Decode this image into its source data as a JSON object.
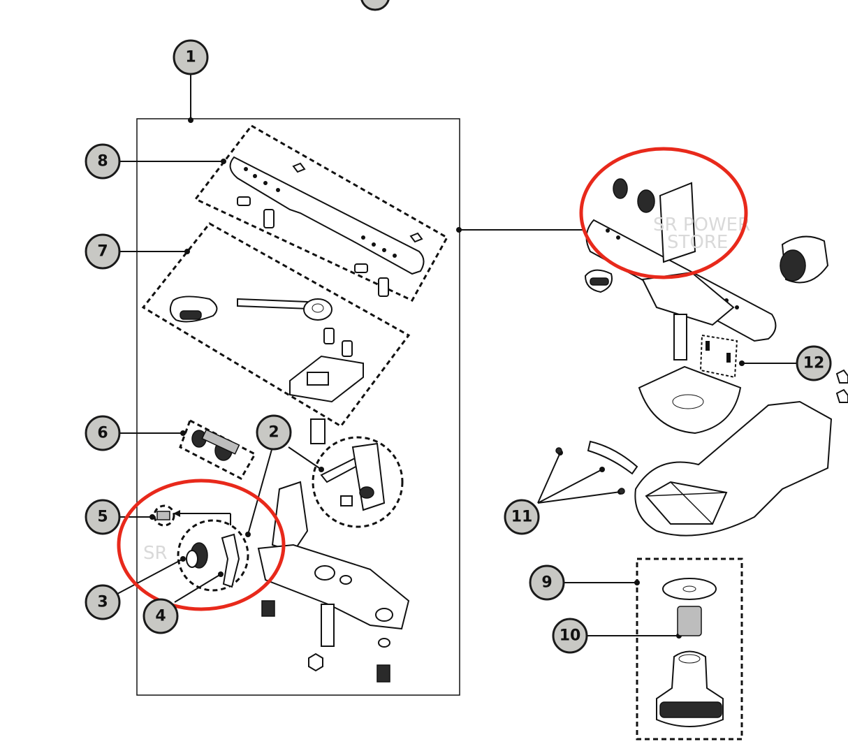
{
  "callouts": [
    {
      "id": "c1",
      "label": "1"
    },
    {
      "id": "c2",
      "label": "2"
    },
    {
      "id": "c3",
      "label": "3"
    },
    {
      "id": "c4",
      "label": "4"
    },
    {
      "id": "c5",
      "label": "5"
    },
    {
      "id": "c6",
      "label": "6"
    },
    {
      "id": "c7",
      "label": "7"
    },
    {
      "id": "c8",
      "label": "8"
    },
    {
      "id": "c9",
      "label": "9"
    },
    {
      "id": "c10",
      "label": "10"
    },
    {
      "id": "c11",
      "label": "11"
    },
    {
      "id": "c12",
      "label": "12"
    }
  ],
  "colors": {
    "highlight": "#e8291b",
    "callout_fill": "#c8c8c4",
    "line": "#111111"
  },
  "watermark_text": [
    "SR POWER",
    "STORE"
  ]
}
